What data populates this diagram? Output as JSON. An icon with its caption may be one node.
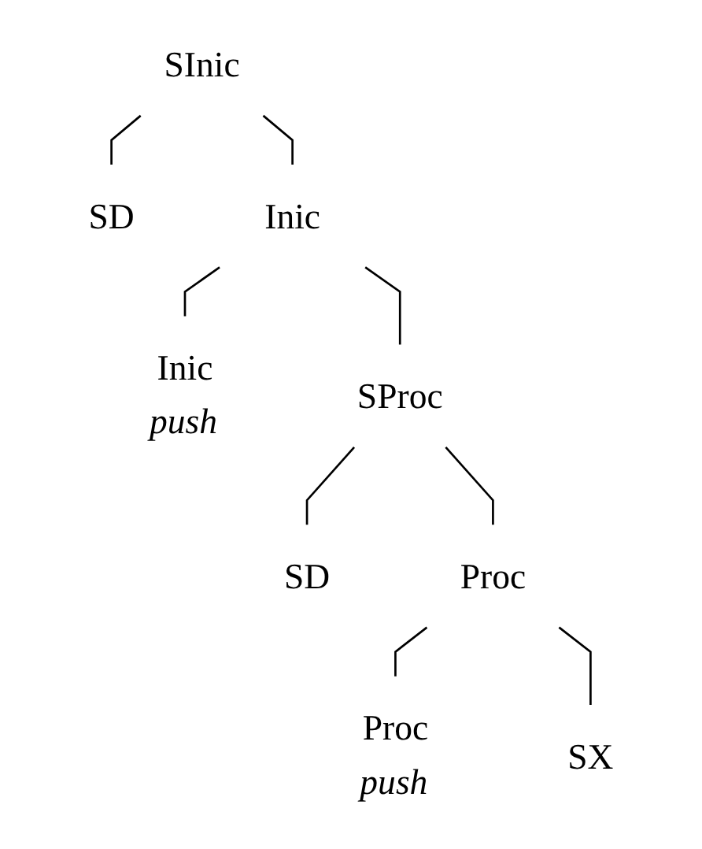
{
  "diagram": {
    "nodes": [
      {
        "text": [
          "SInic"
        ]
      },
      {
        "text": [
          "SD"
        ]
      },
      {
        "text": [
          "Inic"
        ]
      },
      {
        "text": [
          "Inic"
        ],
        "beside": [
          "push"
        ]
      },
      {
        "text": [
          "SProc"
        ]
      },
      {
        "text": [
          "SD"
        ]
      },
      {
        "text": [
          "Proc"
        ]
      },
      {
        "text": [
          "Proc"
        ],
        "beside": [
          "push"
        ]
      },
      {
        "text": [
          "SX"
        ]
      }
    ],
    "edges": [
      {
        "from": 0,
        "to": 1,
        "arrow": "none"
      },
      {
        "from": 0,
        "to": 2,
        "arrow": "none"
      },
      {
        "from": 2,
        "to": 3,
        "arrow": "none"
      },
      {
        "from": 2,
        "to": 4,
        "arrow": "none"
      },
      {
        "from": 4,
        "to": 5,
        "arrow": "none"
      },
      {
        "from": 4,
        "to": 6,
        "arrow": "none"
      },
      {
        "from": 6,
        "to": 7,
        "arrow": "none"
      },
      {
        "from": 6,
        "to": 8,
        "arrow": "none"
      }
    ]
  }
}
